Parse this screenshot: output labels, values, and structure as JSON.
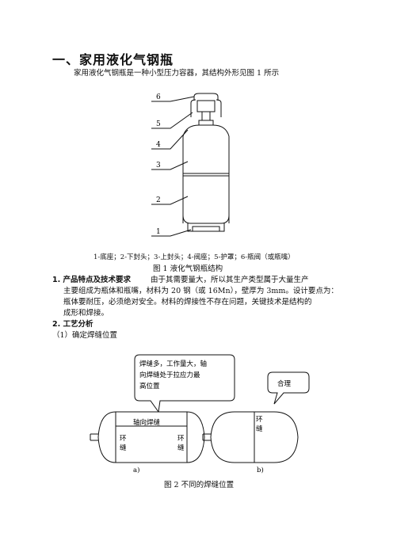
{
  "heading": "一、家用液化气钢瓶",
  "intro": "家用液化气钢瓶是一种小型压力容器，其结构外形见图 1 所示",
  "fig1": {
    "labels": [
      "6",
      "5",
      "4",
      "3",
      "2",
      "1"
    ],
    "legend": "1-底座；2-下封头；3-上封头；4-阀座；5-护罩；6-瓶阀（或瓶嘴）",
    "caption": "图 1  液化气钢瓶结构"
  },
  "section1": {
    "title": "1. 产品特点及技术要求",
    "line1": "由于其需要量大，所以其生产类型属于大量生产",
    "line2": "主要组成为瓶体和瓶嘴，材料为 20 钢（或 16Mn），壁厚为 3mm。设计要点为：",
    "line3": "瓶体要耐压，必须绝对安全。材料的焊接性不存在问题，关键技术是结构的",
    "line4": "成形和焊接。"
  },
  "section2": {
    "title": "2. 工艺分析",
    "sub": "（1）确定焊缝位置"
  },
  "fig2": {
    "bubble_a": [
      "焊缝多，工作量大，轴",
      "向焊缝处于拉应力最",
      "高位置"
    ],
    "bubble_b": "合理",
    "axial": "轴向焊缝",
    "ring_left": [
      "环",
      "缝"
    ],
    "ring_right": [
      "环",
      "缝"
    ],
    "ring_b": [
      "环",
      "缝"
    ],
    "label_a": "a)",
    "label_b": "b)",
    "caption": "图 2  不同的焊缝位置"
  }
}
